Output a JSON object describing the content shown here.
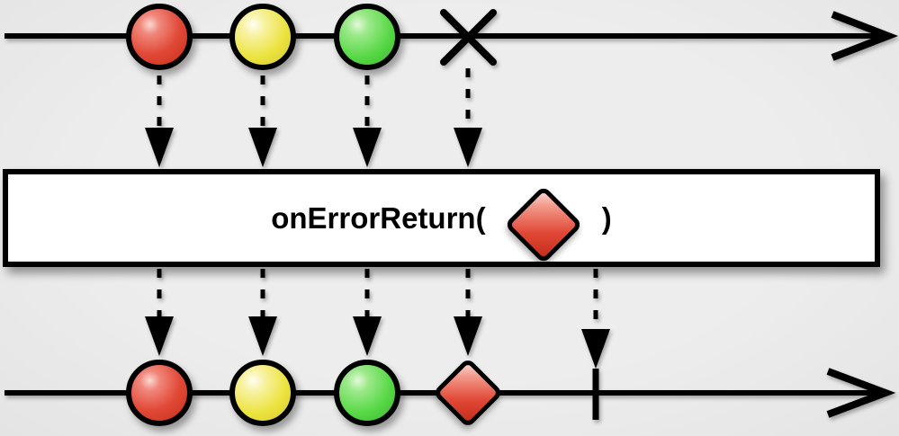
{
  "diagram": {
    "name": "onErrorReturn marble diagram",
    "operator_box": {
      "label_before": "onErrorReturn(",
      "label_after": " )",
      "argument": {
        "shape": "diamond",
        "color": "red"
      },
      "fill": "#ffffff",
      "border_color": "#000000"
    },
    "input_stream": {
      "events": [
        {
          "order": 1,
          "type": "next",
          "shape": "circle",
          "color": "red"
        },
        {
          "order": 2,
          "type": "next",
          "shape": "circle",
          "color": "yellow"
        },
        {
          "order": 3,
          "type": "next",
          "shape": "circle",
          "color": "green"
        },
        {
          "order": 4,
          "type": "error",
          "shape": "x-mark"
        }
      ]
    },
    "output_stream": {
      "events": [
        {
          "order": 1,
          "type": "next",
          "shape": "circle",
          "color": "red"
        },
        {
          "order": 2,
          "type": "next",
          "shape": "circle",
          "color": "yellow"
        },
        {
          "order": 3,
          "type": "next",
          "shape": "circle",
          "color": "green"
        },
        {
          "order": 4,
          "type": "next",
          "shape": "diamond",
          "color": "red"
        },
        {
          "order": 5,
          "type": "complete",
          "shape": "vertical-bar"
        }
      ]
    },
    "colors": {
      "background": "#e9e9e9",
      "stroke": "#000000",
      "red": "#e14836",
      "yellow": "#ece33f",
      "green": "#57d846"
    }
  }
}
